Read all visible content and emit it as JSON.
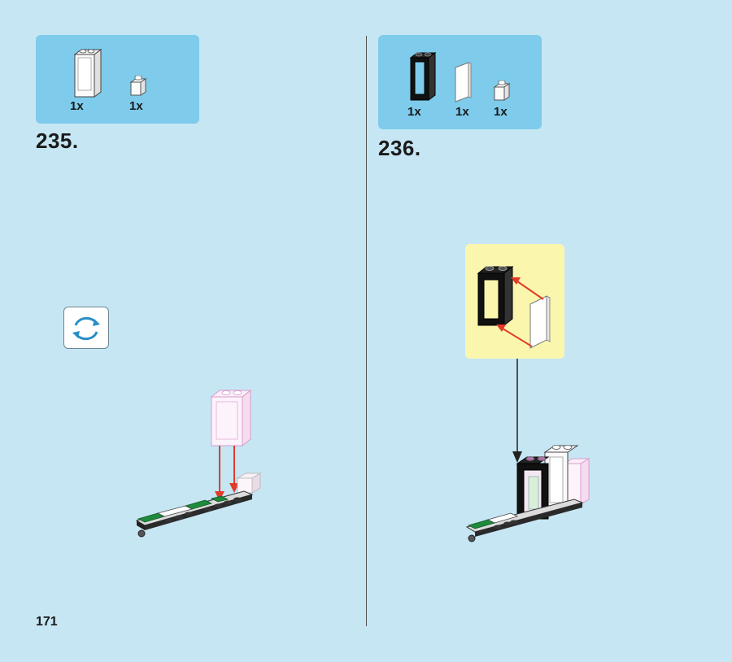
{
  "page": {
    "number": "171",
    "background": "#c6e6f4"
  },
  "steps": [
    {
      "number": "235.",
      "parts": [
        {
          "icon": "transparent-window-frame-icon",
          "qty": "1x"
        },
        {
          "icon": "transparent-brick-1x1-icon",
          "qty": "1x"
        }
      ],
      "rotate_indicator": "rotate-model-icon"
    },
    {
      "number": "236.",
      "parts": [
        {
          "icon": "black-window-frame-icon",
          "qty": "1x"
        },
        {
          "icon": "window-glass-pane-icon",
          "qty": "1x"
        },
        {
          "icon": "transparent-brick-1x1-icon",
          "qty": "1x"
        }
      ]
    }
  ],
  "colors": {
    "parts_box": "#7ecbeb",
    "callout": "#fbf6ae",
    "arrow_red": "#e23b2b",
    "green_tile": "#1f8a3c"
  }
}
